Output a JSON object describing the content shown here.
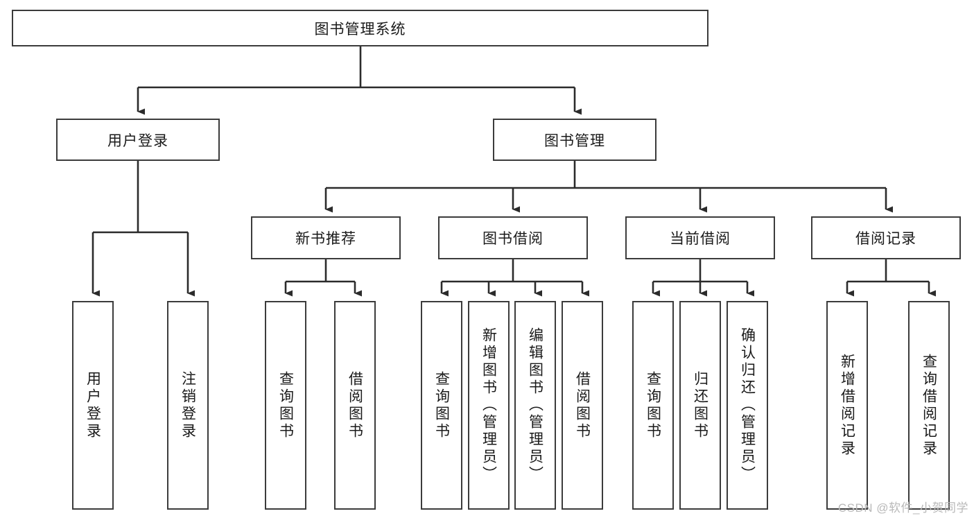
{
  "diagram": {
    "type": "tree-hierarchy-chart",
    "title": "图书管理系统",
    "orientation": "top-down",
    "colors": {
      "box_border": "#3b3b3b",
      "box_fill": "#ffffff",
      "connector": "#2b2b2b",
      "text": "#1a1a1a",
      "watermark": "#b9b9b9"
    },
    "levels": {
      "root": {
        "label": "图书管理系统"
      },
      "level2": [
        {
          "label": "用户登录"
        },
        {
          "label": "图书管理"
        }
      ],
      "level3": [
        {
          "label": "新书推荐"
        },
        {
          "label": "图书借阅"
        },
        {
          "label": "当前借阅"
        },
        {
          "label": "借阅记录"
        }
      ]
    },
    "leaves": {
      "user_login": [
        {
          "label": "用户登录"
        },
        {
          "label": "注销登录"
        }
      ],
      "new_book_recommend": [
        {
          "label": "查询图书"
        },
        {
          "label": "借阅图书"
        }
      ],
      "book_borrow": [
        {
          "label": "查询图书"
        },
        {
          "label": "新增图书（管理员）"
        },
        {
          "label": "编辑图书（管理员）"
        },
        {
          "label": "借阅图书"
        }
      ],
      "current_borrow": [
        {
          "label": "查询图书"
        },
        {
          "label": "归还图书"
        },
        {
          "label": "确认归还（管理员）"
        }
      ],
      "borrow_record": [
        {
          "label": "新增借阅记录"
        },
        {
          "label": "查询借阅记录"
        }
      ]
    }
  },
  "watermark": {
    "text": "CSDN @软件_小贺同学"
  }
}
